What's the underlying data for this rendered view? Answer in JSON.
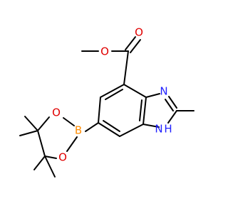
{
  "diagram": {
    "atoms": {
      "ester_o_single": {
        "label": "O",
        "color": "#e00000"
      },
      "ester_o_double": {
        "label": "O",
        "color": "#e00000"
      },
      "imine_n": {
        "label": "N",
        "color": "#2222ff"
      },
      "amine_n": {
        "label": "N",
        "color": "#2222ff"
      },
      "amine_h": {
        "label": "H",
        "color": "#2222ff"
      },
      "boron": {
        "label": "B",
        "color": "#ff8c00"
      },
      "boronate_o_upper": {
        "label": "O",
        "color": "#e00000"
      },
      "boronate_o_lower": {
        "label": "O",
        "color": "#e00000"
      }
    }
  }
}
